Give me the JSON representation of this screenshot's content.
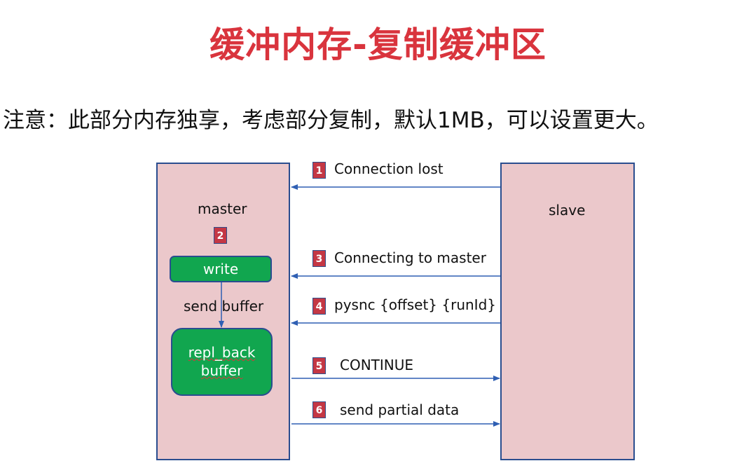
{
  "title": "缓冲内存-复制缓冲区",
  "note": "注意：此部分内存独享，考虑部分复制，默认1MB，可以设置更大。",
  "master": {
    "label": "master",
    "step_number": "2",
    "write_label": "write",
    "send_buffer_label": "send buffer",
    "repl_back_buffer_line1": "repl_back",
    "repl_back_buffer_line2": "buffer"
  },
  "slave": {
    "label": "slave"
  },
  "steps": [
    {
      "number": "1",
      "label": "Connection lost",
      "direction": "slave-to-master"
    },
    {
      "number": "3",
      "label": "Connecting to master",
      "direction": "slave-to-master"
    },
    {
      "number": "4",
      "label": "pysnc {offset} {runId}",
      "direction": "slave-to-master"
    },
    {
      "number": "5",
      "label": "CONTINUE",
      "direction": "master-to-slave"
    },
    {
      "number": "6",
      "label": "send partial data",
      "direction": "master-to-slave"
    }
  ],
  "colors": {
    "title": "#d9343d",
    "box_fill": "#ebc8cb",
    "border": "#2a4d8f",
    "green": "#11a64f",
    "step_badge": "#c43744"
  }
}
